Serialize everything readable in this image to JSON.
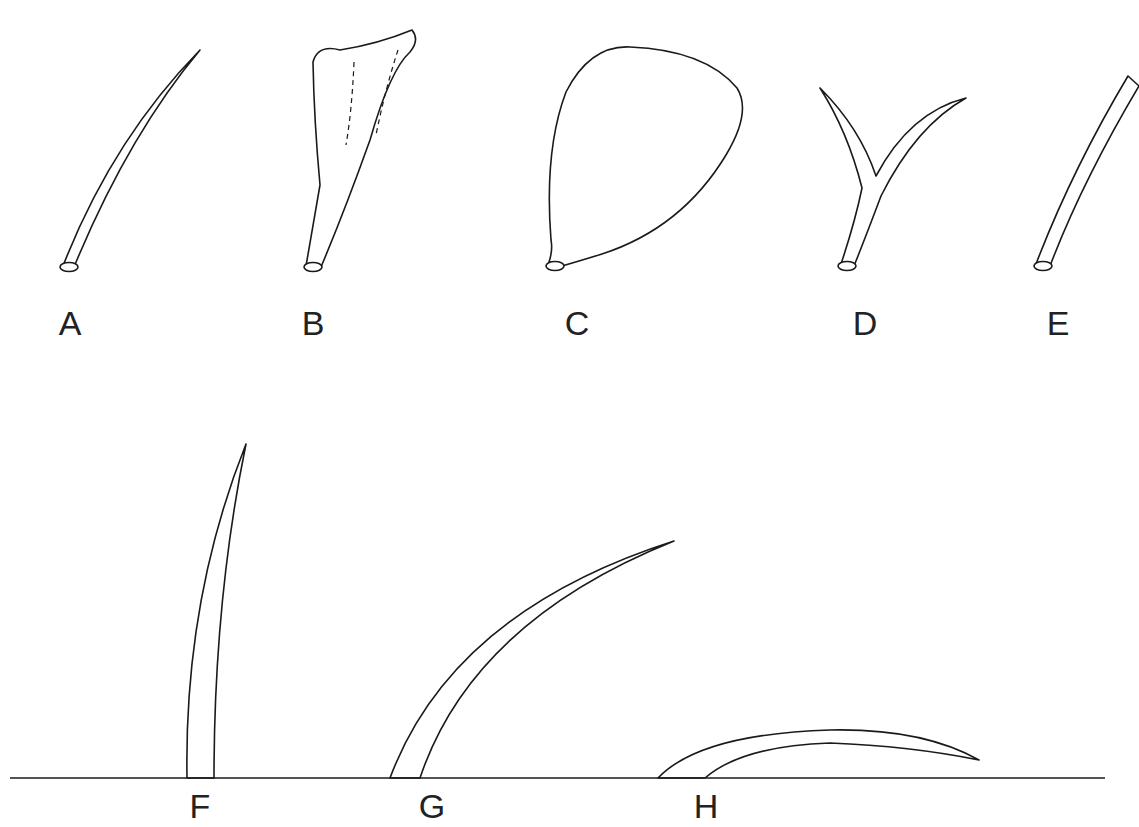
{
  "diagram": {
    "labels": [
      "A",
      "B",
      "C",
      "D",
      "E",
      "F",
      "G",
      "H"
    ]
  }
}
